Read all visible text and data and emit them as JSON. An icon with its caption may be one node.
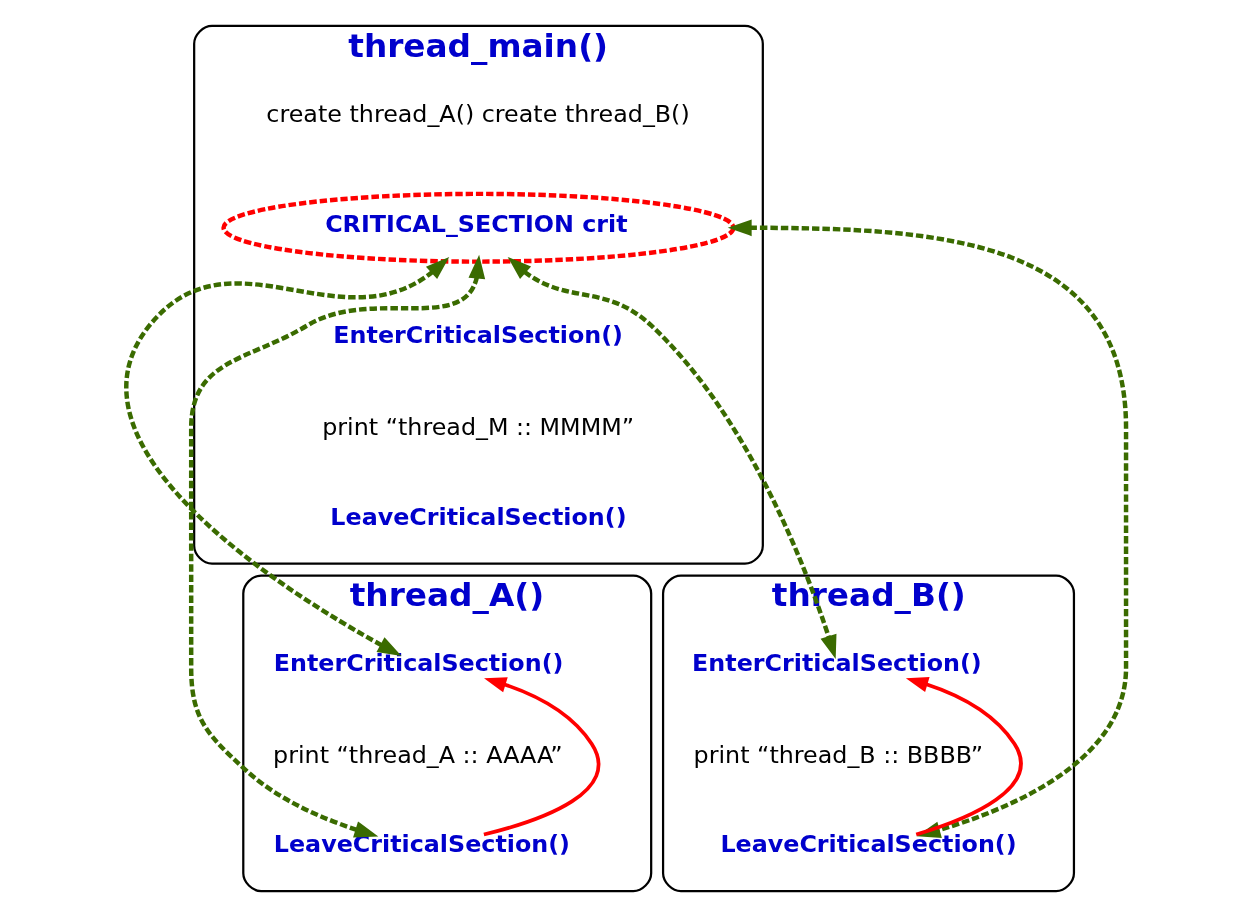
{
  "diagram": {
    "nodes": [
      {
        "text": [
          "thread_main()",
          "create thread_A() create thread_B()",
          "EnterCriticalSection()",
          "print “thread_M :: MMMM”",
          "LeaveCriticalSection()"
        ]
      },
      {
        "text": [
          "CRITICAL_SECTION crit"
        ],
        "in": 0
      },
      {
        "text": [
          "thread_A()",
          "print “thread_A :: AAAA”"
        ]
      },
      {
        "text": [
          "EnterCriticalSection()"
        ],
        "in": 2
      },
      {
        "text": [
          "LeaveCriticalSection()"
        ],
        "in": 2
      },
      {
        "text": [
          "thread_B()",
          "print “thread_B :: BBBB”"
        ]
      },
      {
        "text": [
          "EnterCriticalSection()"
        ],
        "in": 5
      },
      {
        "text": [
          "LeaveCriticalSection()"
        ],
        "in": 5
      }
    ],
    "edges": [
      {
        "from": 1,
        "to": 3,
        "arrow": "both",
        "style": "dashed"
      },
      {
        "from": 1,
        "to": 4,
        "arrow": "both",
        "style": "dashed"
      },
      {
        "from": 1,
        "to": 6,
        "arrow": "both",
        "style": "dashed"
      },
      {
        "from": 1,
        "to": 7,
        "arrow": "both",
        "style": "dashed"
      },
      {
        "from": 4,
        "to": 3,
        "arrow": "to",
        "color": "#ff0000"
      },
      {
        "from": 7,
        "to": 6,
        "arrow": "to",
        "color": "#ff0000"
      }
    ]
  }
}
